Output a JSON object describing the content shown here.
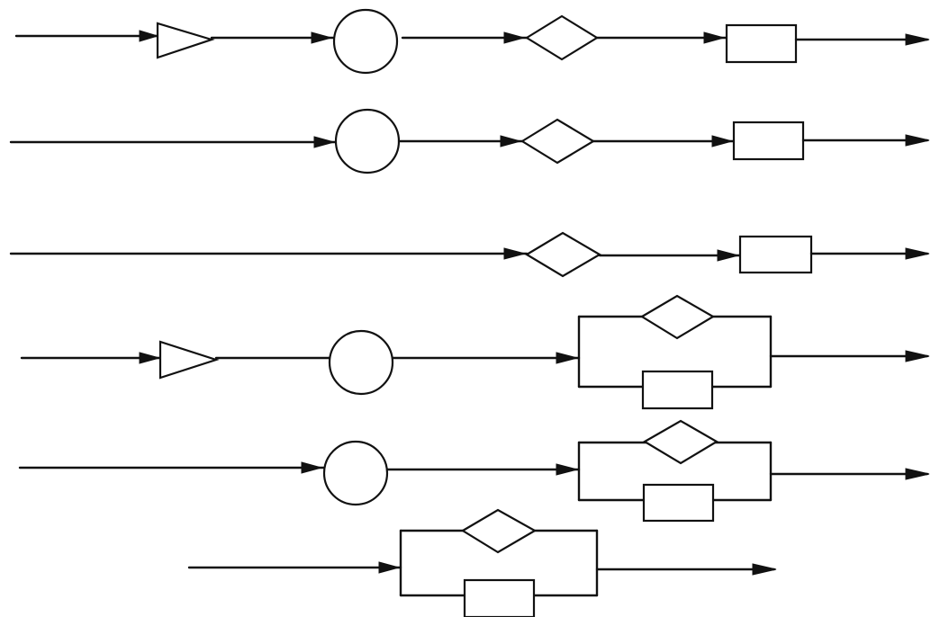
{
  "diagram": {
    "kind": "process-flow",
    "stroke_color": "#111111",
    "background": "#ffffff",
    "symbols": [
      "triangle",
      "circle",
      "diamond",
      "rectangle"
    ],
    "rows": [
      {
        "id": "row-1",
        "elements": [
          "triangle",
          "circle",
          "diamond",
          "rectangle"
        ]
      },
      {
        "id": "row-2",
        "elements": [
          "circle",
          "diamond",
          "rectangle"
        ]
      },
      {
        "id": "row-3",
        "elements": [
          "diamond",
          "rectangle"
        ]
      },
      {
        "id": "row-4",
        "elements": [
          "triangle",
          "circle",
          {
            "parallel": [
              "diamond",
              "rectangle"
            ]
          }
        ]
      },
      {
        "id": "row-5",
        "elements": [
          "circle",
          {
            "parallel": [
              "diamond",
              "rectangle"
            ]
          }
        ]
      },
      {
        "id": "row-6",
        "elements": [
          {
            "parallel": [
              "diamond",
              "rectangle"
            ]
          }
        ]
      }
    ]
  }
}
